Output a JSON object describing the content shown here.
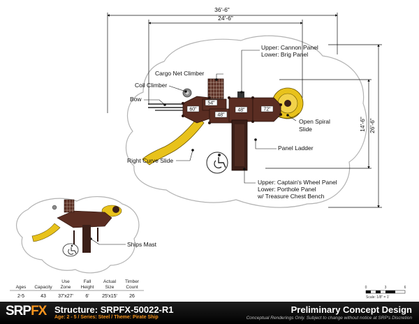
{
  "dimensions": {
    "overall_width": "36'-6\"",
    "inner_width": "24'-6\"",
    "inner_height": "14'-6\"",
    "overall_height": "26'-6\""
  },
  "callouts": {
    "cannon_brig": [
      "Upper: Cannon Panel",
      "Lower: Brig Panel"
    ],
    "cargo_net": "Cargo Net Climber",
    "coil_climber": "Coil Climber",
    "bow": "Bow",
    "open_spiral": [
      "Open Spiral",
      "Slide"
    ],
    "panel_ladder": "Panel Ladder",
    "right_curve": "Right Curve Slide",
    "captains_wheel": [
      "Upper: Captain's Wheel Panel",
      "Lower: Porthole Panel",
      "w/ Treasure Chest Bench"
    ],
    "ships_mast": "Ships Mast"
  },
  "platform_heights": [
    "54\"",
    "60\"",
    "48\"",
    "48\"",
    "72\""
  ],
  "specs": {
    "headers": [
      [
        "Ages"
      ],
      [
        "Capacity"
      ],
      [
        "Use",
        "Zone"
      ],
      [
        "Fall",
        "Height"
      ],
      [
        "Actual",
        "Size"
      ],
      [
        "Timber",
        "Count"
      ]
    ],
    "values": [
      "2-5",
      "43",
      "37'x27'",
      "6'",
      "25'x15'",
      "26"
    ]
  },
  "scale": {
    "ticks": [
      "0",
      "3",
      "6"
    ],
    "label": "Scale: 1/8\" = 1'"
  },
  "footer": {
    "logo_main": "SRP",
    "logo_accent": "FX",
    "title": "Structure: SRPFX-50022-R1",
    "subtitle": "Age: 2 - 5 / Series: Steel / Theme: Pirate Ship",
    "right_title": "Preliminary Concept Design",
    "disclaimer": "Conceptual Renderings Only. Subject to change without notice at SRP's Discretion"
  },
  "colors": {
    "deck": "#5a2d22",
    "slide": "#e8c21b",
    "post": "#3b1f18",
    "zone_outline": "#b0b0b0",
    "footer_accent": "#f7941d"
  }
}
